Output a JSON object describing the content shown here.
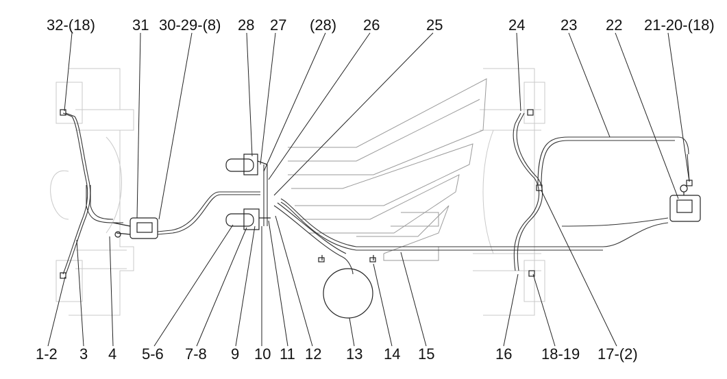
{
  "labels": {
    "top": [
      "32-(18)",
      "31",
      "30-29-(8)",
      "28",
      "27",
      "(28)",
      "26",
      "25",
      "24",
      "23",
      "22",
      "21-20-(18)"
    ],
    "bottom": [
      "1-2",
      "3",
      "4",
      "5-6",
      "7-8",
      "9",
      "10",
      "11",
      "12",
      "13",
      "14",
      "15",
      "16",
      "18-19",
      "17-(2)"
    ]
  }
}
